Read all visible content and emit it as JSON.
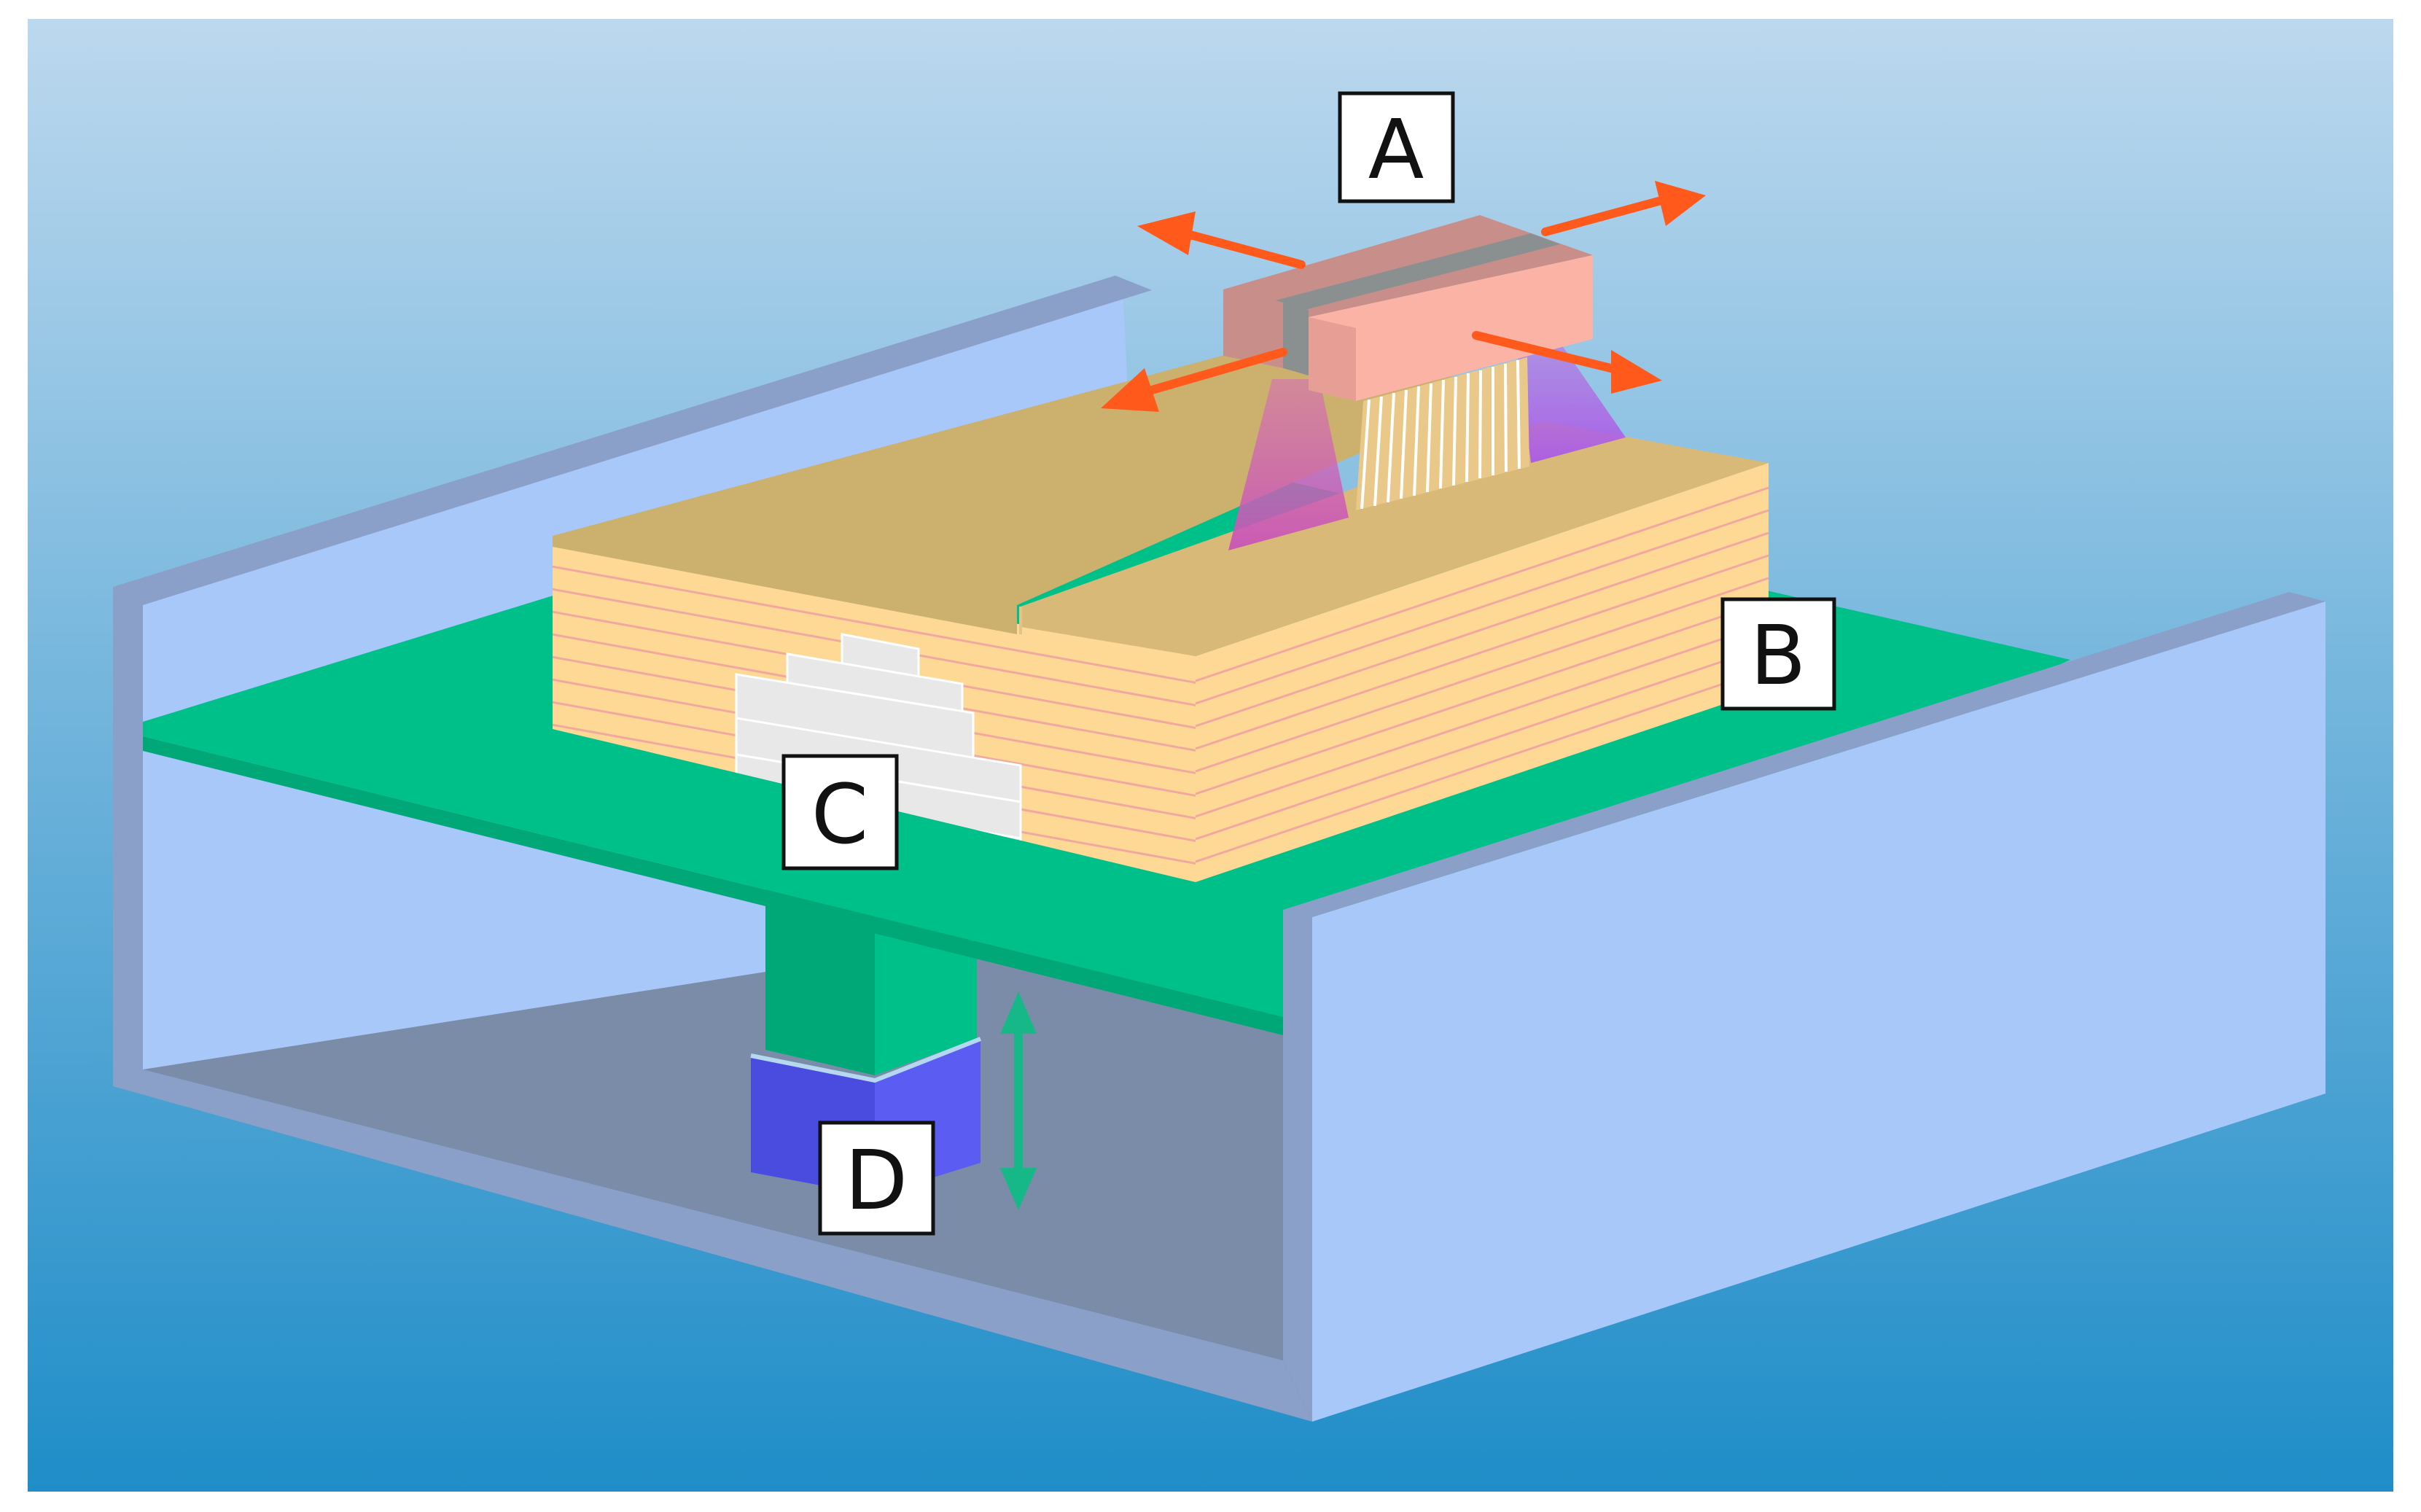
{
  "labels": {
    "a": "A",
    "b": "B",
    "c": "C",
    "d": "D"
  },
  "colors": {
    "background_top": "#bcd8ee",
    "background_bottom": "#1f8dc8",
    "tank_wall": "#a8c8fa",
    "tank_rim": "#8aa0c8",
    "tank_floor": "#7a8ca8",
    "build_platform": "#00c08a",
    "platform_support": "#00a878",
    "part_layers": "#fdd995",
    "part_top": "#ccb06e",
    "embedded_part": "#e8e8e8",
    "print_head": "#fbb3a5",
    "motion_arrow": "#ff5a1c",
    "elevator_block": "#5a5cf2",
    "vertical_arrow": "#17b888"
  },
  "icons": {
    "motion_arrows": "double-headed-arrow",
    "elevator_arrow": "vertical-double-arrow"
  }
}
